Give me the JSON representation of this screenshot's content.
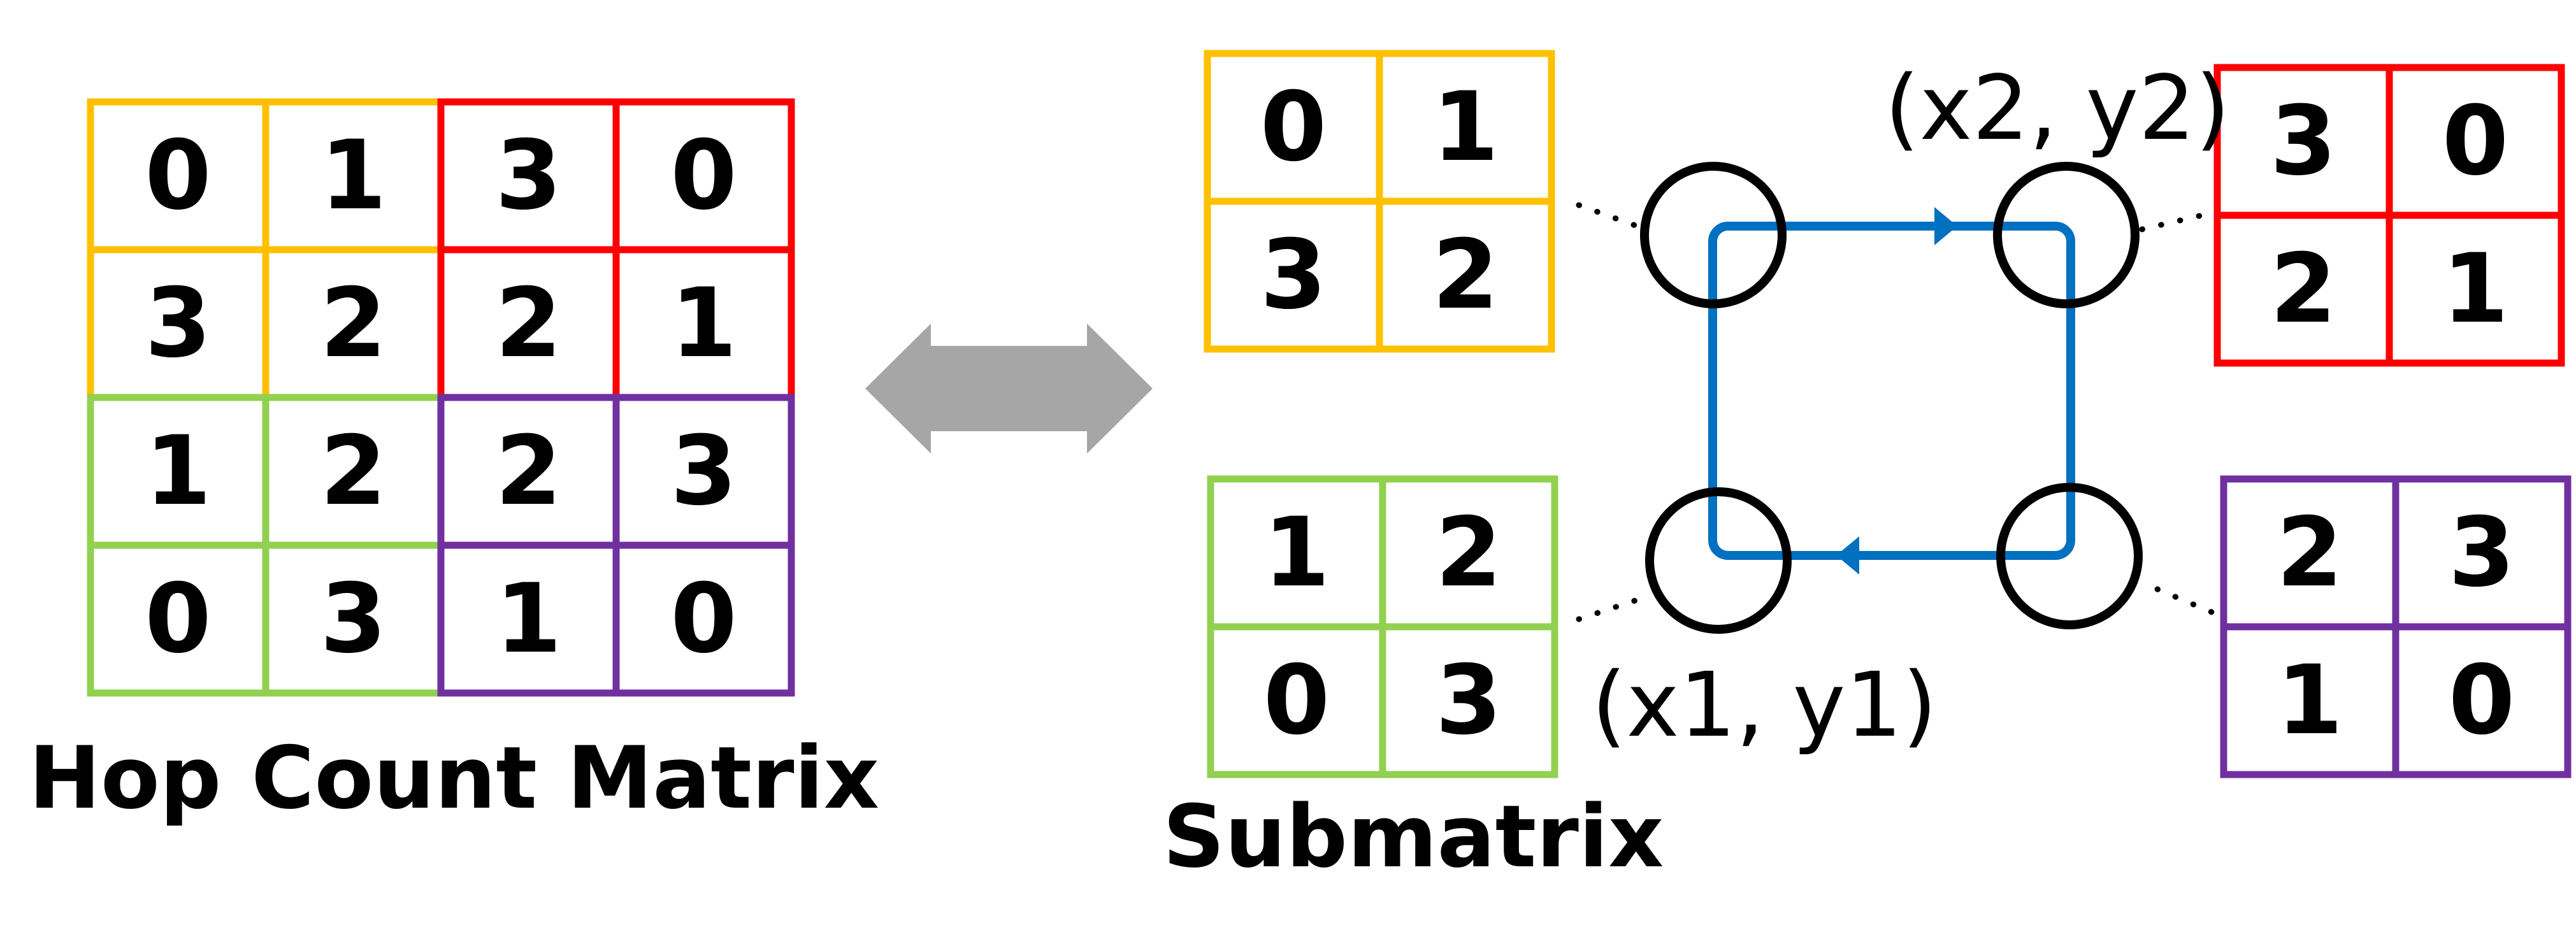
{
  "colors": {
    "yellow": "#FFC000",
    "red": "#FF0000",
    "green": "#92D050",
    "purple": "#7030A0",
    "blue": "#0070C0",
    "gray": "#A6A6A6",
    "black": "#000000"
  },
  "hop_count_matrix": {
    "title": "Hop Count Matrix",
    "quadrants": [
      {
        "id": "top-left",
        "color": "yellow",
        "cells": [
          [
            "0",
            "1"
          ],
          [
            "3",
            "2"
          ]
        ]
      },
      {
        "id": "top-right",
        "color": "red",
        "cells": [
          [
            "3",
            "0"
          ],
          [
            "2",
            "1"
          ]
        ]
      },
      {
        "id": "bottom-left",
        "color": "green",
        "cells": [
          [
            "1",
            "2"
          ],
          [
            "0",
            "3"
          ]
        ]
      },
      {
        "id": "bottom-right",
        "color": "purple",
        "cells": [
          [
            "2",
            "3"
          ],
          [
            "1",
            "0"
          ]
        ]
      }
    ]
  },
  "arrow": {
    "type": "double-headed",
    "color": "gray"
  },
  "submatrix": {
    "title": "Submatrix",
    "label_x2y2": "(x2, y2)",
    "label_x1y1": "(x1, y1)",
    "loop_color": "blue",
    "matrices": [
      {
        "id": "top-left",
        "color": "yellow",
        "cells": [
          [
            "0",
            "1"
          ],
          [
            "3",
            "2"
          ]
        ]
      },
      {
        "id": "top-right",
        "color": "red",
        "cells": [
          [
            "3",
            "0"
          ],
          [
            "2",
            "1"
          ]
        ]
      },
      {
        "id": "bottom-left",
        "color": "green",
        "cells": [
          [
            "1",
            "2"
          ],
          [
            "0",
            "3"
          ]
        ]
      },
      {
        "id": "bottom-right",
        "color": "purple",
        "cells": [
          [
            "2",
            "3"
          ],
          [
            "1",
            "0"
          ]
        ]
      }
    ]
  }
}
